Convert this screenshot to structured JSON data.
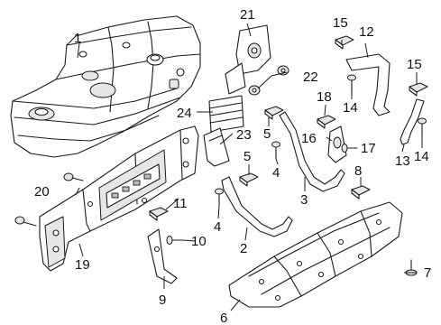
{
  "callouts": [
    {
      "id": "c1",
      "text": "1"
    },
    {
      "id": "c2",
      "text": "2"
    },
    {
      "id": "c3",
      "text": "3"
    },
    {
      "id": "c4a",
      "text": "4"
    },
    {
      "id": "c4b",
      "text": "4"
    },
    {
      "id": "c5a",
      "text": "5"
    },
    {
      "id": "c5b",
      "text": "5"
    },
    {
      "id": "c6",
      "text": "6"
    },
    {
      "id": "c7",
      "text": "7"
    },
    {
      "id": "c8",
      "text": "8"
    },
    {
      "id": "c9",
      "text": "9"
    },
    {
      "id": "c10",
      "text": "10"
    },
    {
      "id": "c11",
      "text": "11"
    },
    {
      "id": "c12",
      "text": "12"
    },
    {
      "id": "c13",
      "text": "13"
    },
    {
      "id": "c14a",
      "text": "14"
    },
    {
      "id": "c14b",
      "text": "14"
    },
    {
      "id": "c15a",
      "text": "15"
    },
    {
      "id": "c15b",
      "text": "15"
    },
    {
      "id": "c16",
      "text": "16"
    },
    {
      "id": "c17",
      "text": "17"
    },
    {
      "id": "c18",
      "text": "18"
    },
    {
      "id": "c19",
      "text": "19"
    },
    {
      "id": "c20",
      "text": "20"
    },
    {
      "id": "c21",
      "text": "21"
    },
    {
      "id": "c22",
      "text": "22"
    },
    {
      "id": "c23",
      "text": "23"
    },
    {
      "id": "c24",
      "text": "24"
    }
  ]
}
